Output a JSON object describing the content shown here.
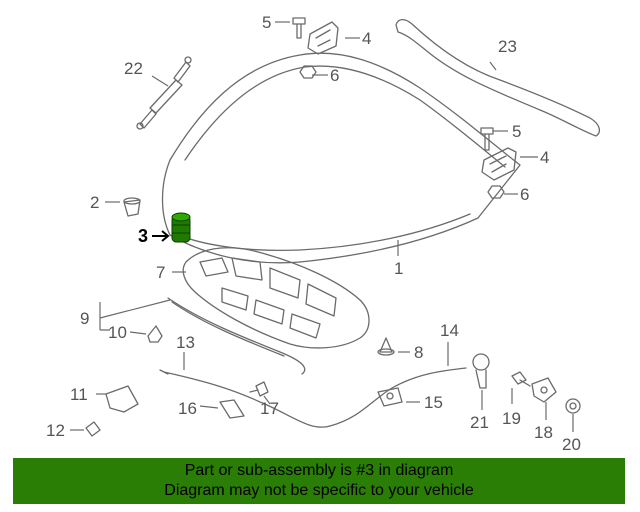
{
  "labels": {
    "c1": "1",
    "c2": "2",
    "c3": "3",
    "c4a": "4",
    "c4b": "4",
    "c5a": "5",
    "c5b": "5",
    "c6a": "6",
    "c6b": "6",
    "c7": "7",
    "c8": "8",
    "c9": "9",
    "c10": "10",
    "c11": "11",
    "c12": "12",
    "c13": "13",
    "c14": "14",
    "c15": "15",
    "c16": "16",
    "c17": "17",
    "c18": "18",
    "c19": "19",
    "c20": "20",
    "c21": "21",
    "c22": "22",
    "c23": "23"
  },
  "highlighted_part": "3",
  "footer": {
    "line1": "Part or sub-assembly is #3 in diagram",
    "line2": "Diagram may not be specific to your vehicle"
  },
  "colors": {
    "footer_bg": "#2a7d05",
    "highlight_part": "#1f7a00",
    "line_art": "#6b6b6b"
  }
}
